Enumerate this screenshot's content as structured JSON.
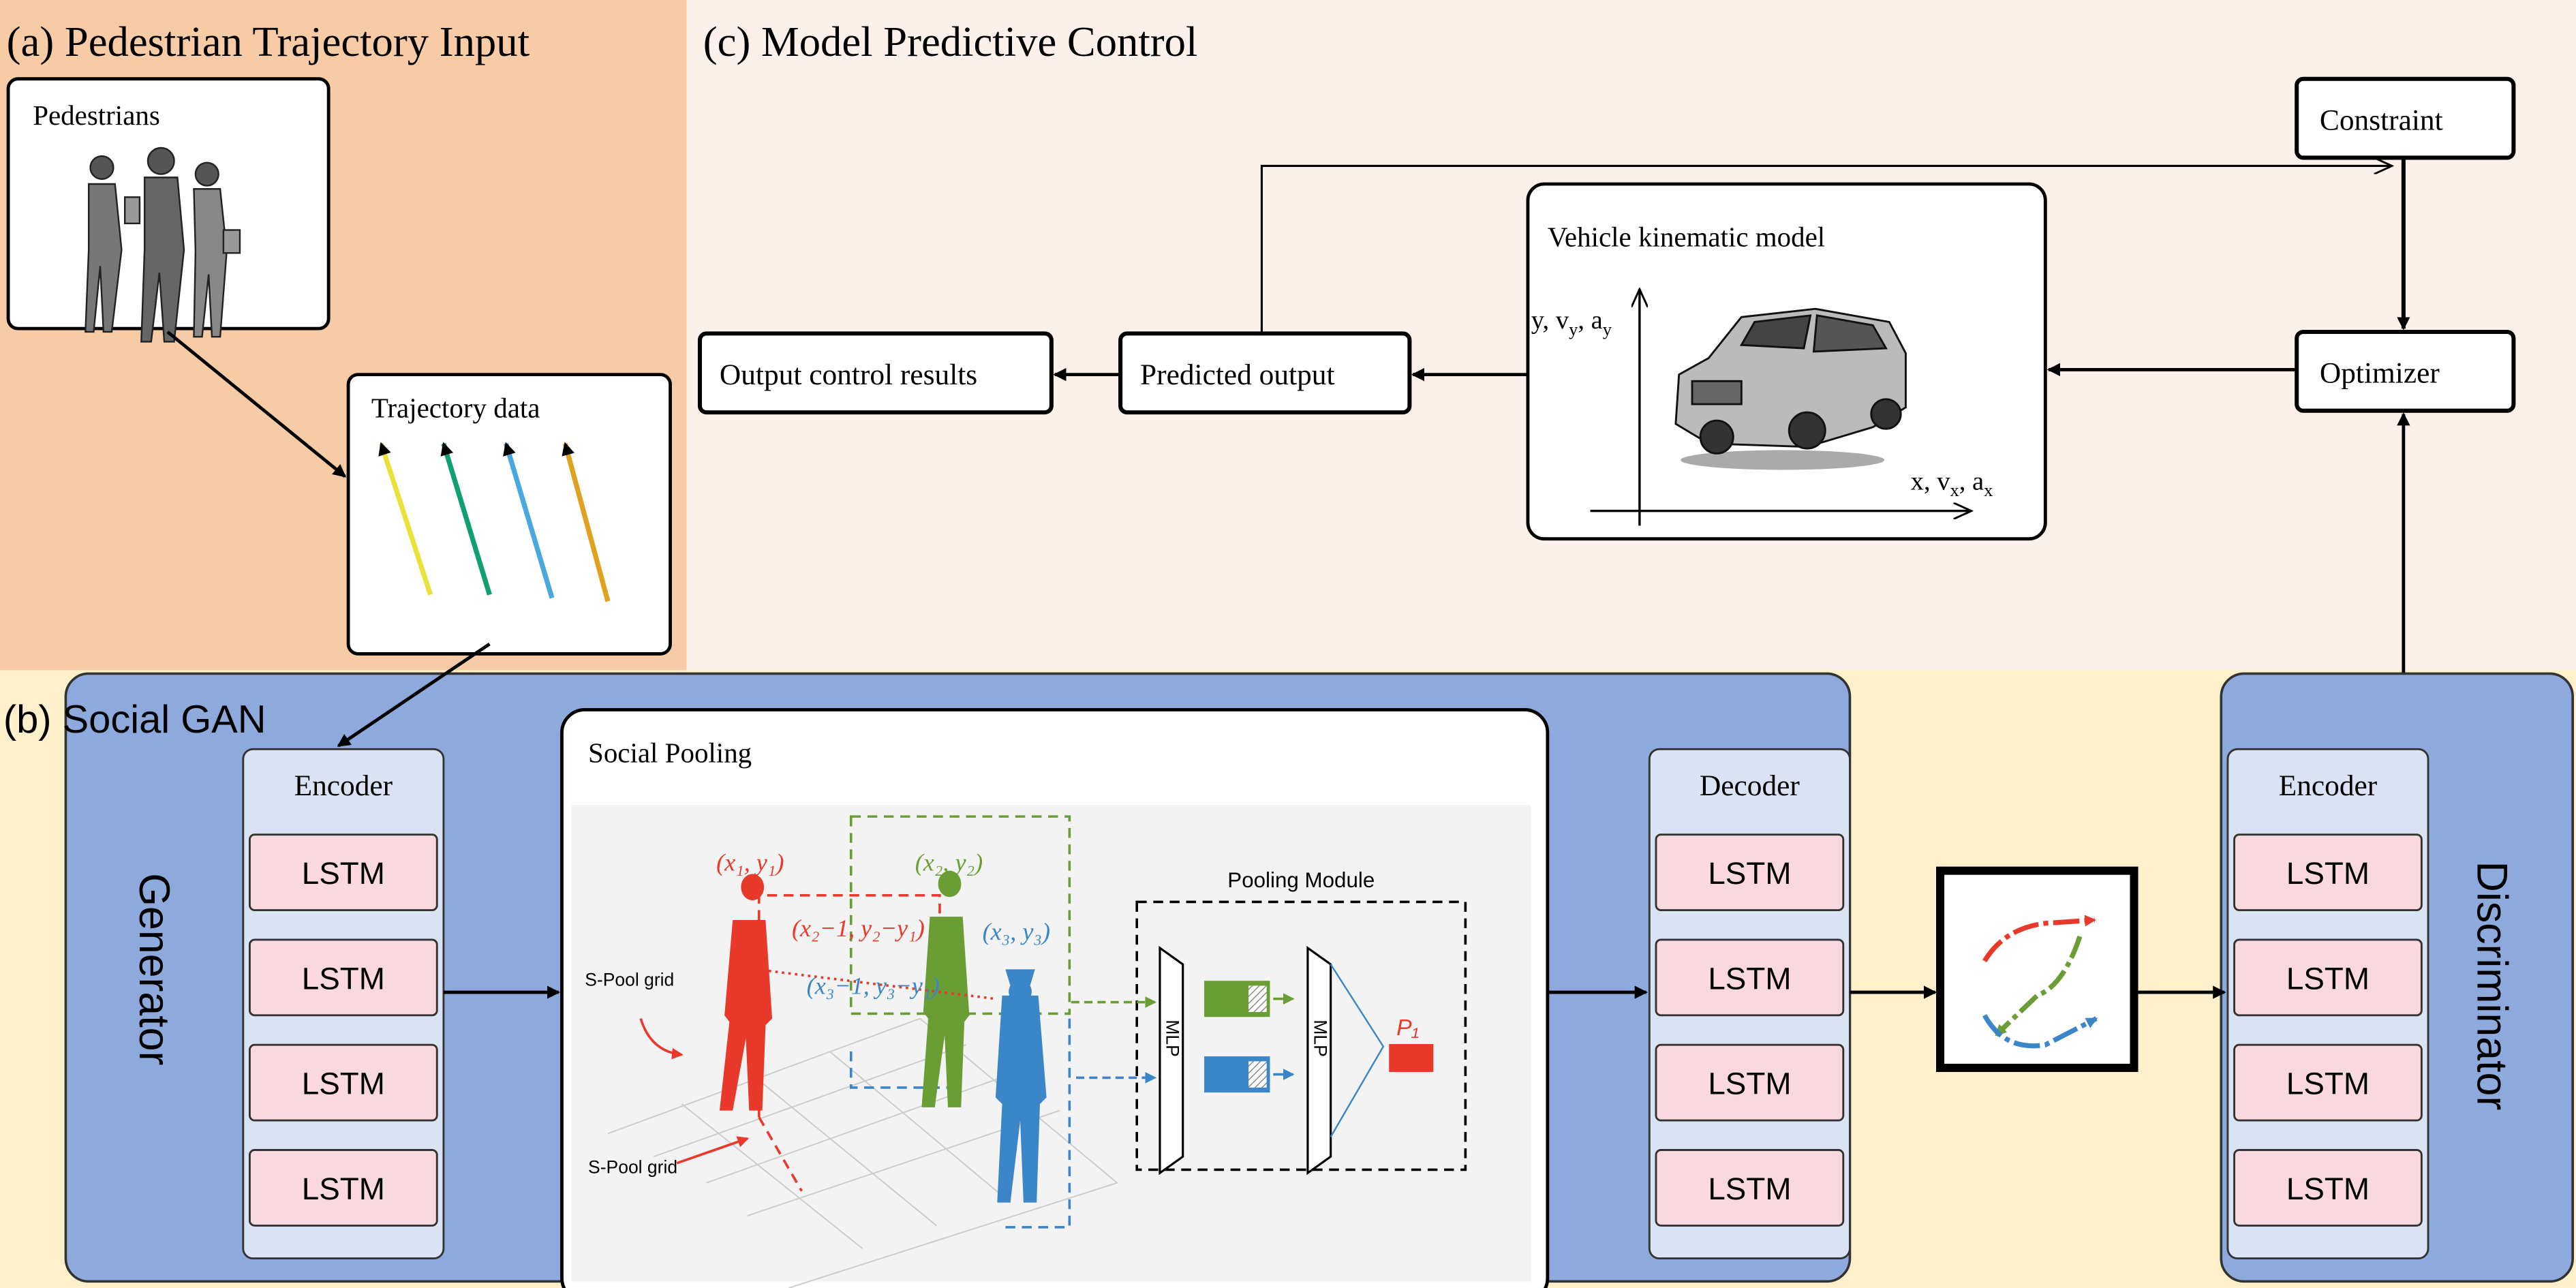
{
  "panel_a": {
    "title": "(a) Pedestrian Trajectory Input",
    "pedestrians_label": "Pedestrians",
    "trajectory_label": "Trajectory data",
    "trajectory_colors": [
      "#e8e23a",
      "#10a070",
      "#4aa8e0",
      "#e0a020"
    ]
  },
  "panel_c": {
    "title": "(c) Model Predictive Control",
    "constraint": "Constraint",
    "optimizer": "Optimizer",
    "vehicle_model": "Vehicle kinematic model",
    "y_axis": "y, v",
    "y_axis_sub1": "y",
    "y_axis_mid": ", a",
    "y_axis_sub2": "y",
    "x_axis": "x, v",
    "x_axis_sub1": "x",
    "x_axis_mid": ", a",
    "x_axis_sub2": "x",
    "predicted_output": "Predicted output",
    "output_control": "Output control results"
  },
  "panel_b": {
    "title": "(b) Social GAN",
    "generator": "Generator",
    "discriminator": "Discriminator",
    "encoder": "Encoder",
    "decoder": "Decoder",
    "disc_encoder": "Encoder",
    "lstm": "LSTM",
    "social_pooling": {
      "title": "Social Pooling",
      "p1": "(x₁, y₁)",
      "p2": "(x₂, y₂)",
      "p3": "(x₃, y₃)",
      "rel12": "(x₂−1, y₂−y₁)",
      "rel13": "(x₃−1, y₃−y₁)",
      "spool1": "S-Pool grid",
      "spool2": "S-Pool grid",
      "pooling_module": "Pooling Module",
      "mlp1": "MLP",
      "mlp2": "MLP",
      "output": "P₁"
    }
  },
  "colors": {
    "panel_a_bg": "#f8cba7",
    "panel_c_bg": "#fcf1ea",
    "panel_b_bg": "#fdf0cb",
    "gan_box": "#8eaadc",
    "column": "#dae3f3",
    "lstm": "#f9d9df",
    "red": "#e8392a",
    "green": "#6a9e35",
    "blue": "#3a86c8"
  }
}
